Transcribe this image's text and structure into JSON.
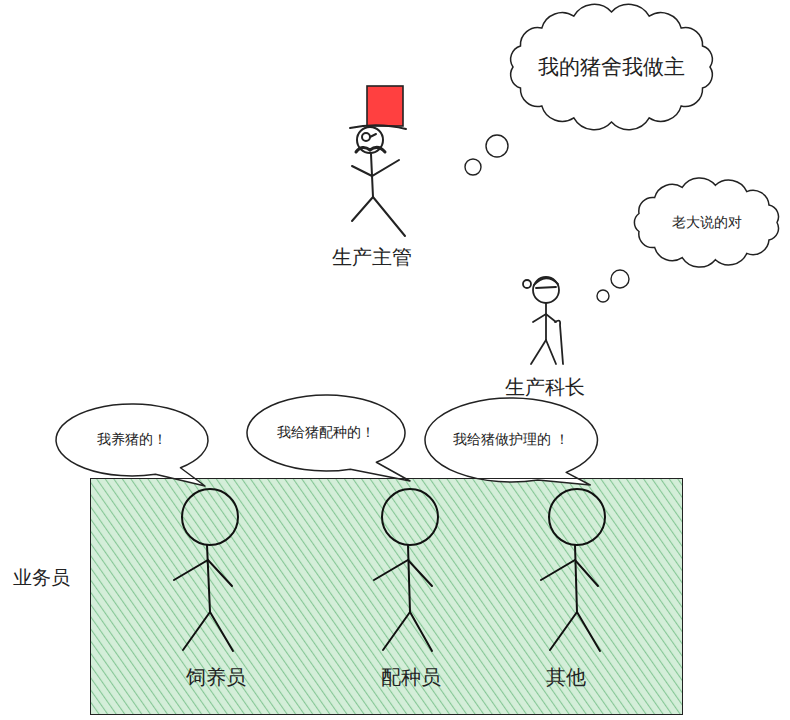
{
  "diagram": {
    "nodes": [
      {
        "text": [
          "我的猪舍我做主"
        ]
      },
      {
        "text": [
          "老大说的对"
        ]
      },
      {
        "text": [
          "我养猪的！"
        ]
      },
      {
        "text": [
          "我给猪配种的！"
        ]
      },
      {
        "text": [
          "我给猪做护理的 ！"
        ]
      },
      {
        "text": [
          "业务员",
          "饲养员",
          "配种员",
          "其他"
        ]
      }
    ],
    "labels": [
      "生产主管",
      "生产科长"
    ]
  }
}
